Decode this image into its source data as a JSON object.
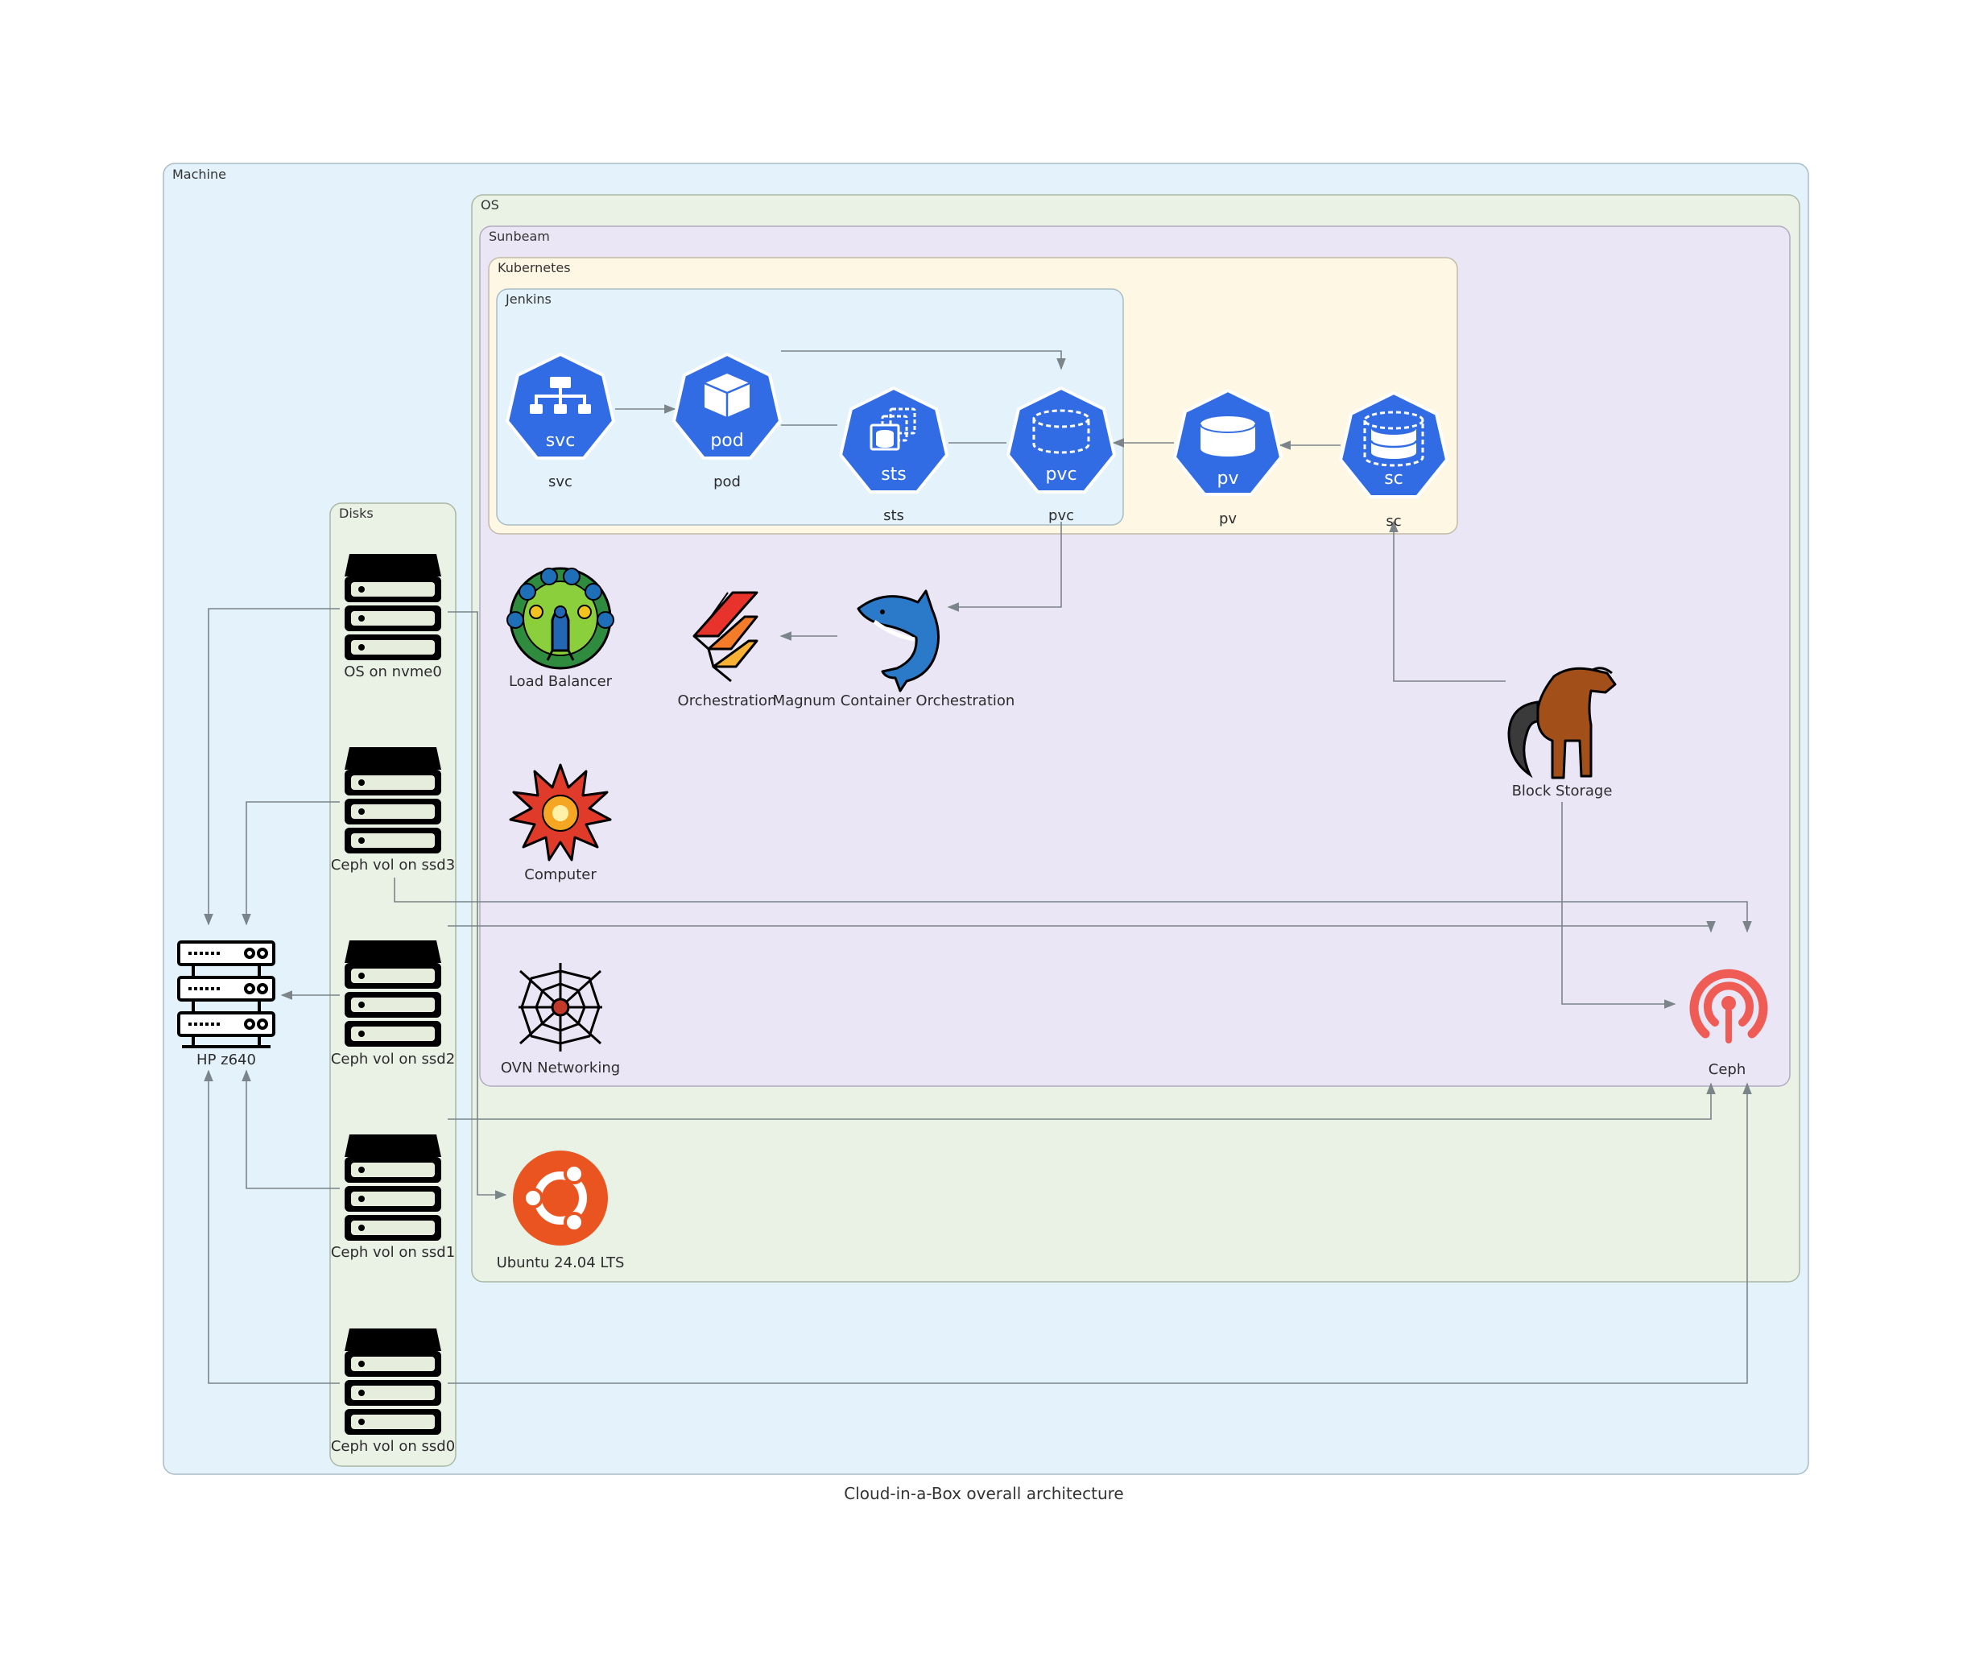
{
  "caption": "Cloud-in-a-Box overall architecture",
  "clusters": {
    "machine": "Machine",
    "os": "OS",
    "sunbeam": "Sunbeam",
    "kubernetes": "Kubernetes",
    "jenkins": "Jenkins",
    "disks": "Disks"
  },
  "k8s_nodes": {
    "svc": {
      "icon_text": "svc",
      "label": "svc"
    },
    "pod": {
      "icon_text": "pod",
      "label": "pod"
    },
    "sts": {
      "icon_text": "sts",
      "label": "sts"
    },
    "pvc": {
      "icon_text": "pvc",
      "label": "pvc"
    },
    "pv": {
      "icon_text": "pv",
      "label": "pv"
    },
    "sc": {
      "icon_text": "sc",
      "label": "sc"
    }
  },
  "service_nodes": {
    "load_balancer": "Load Balancer",
    "orchestration": "Orchestration",
    "magnum": "Magnum Container Orchestration",
    "computer": "Computer",
    "ovn": "OVN Networking",
    "block_storage": "Block Storage",
    "ceph": "Ceph",
    "ubuntu": "Ubuntu 24.04 LTS",
    "hp": "HP z640"
  },
  "disks": {
    "nvme0": "OS on nvme0",
    "ssd3": "Ceph vol on ssd3",
    "ssd2": "Ceph vol on ssd2",
    "ssd1": "Ceph vol on ssd1",
    "ssd0": "Ceph vol on ssd0"
  },
  "colors": {
    "machine_bg": "#e3f2fb",
    "os_bg": "#eaf1e5",
    "sunbeam_bg": "#ebe6f5",
    "kubernetes_bg": "#fdf7e4",
    "jenkins_bg": "#e3f2fb",
    "k8s_blue": "#326ce5",
    "ceph_red": "#ef5c55",
    "ubuntu_orange": "#e95420",
    "edge": "#7b8489"
  }
}
